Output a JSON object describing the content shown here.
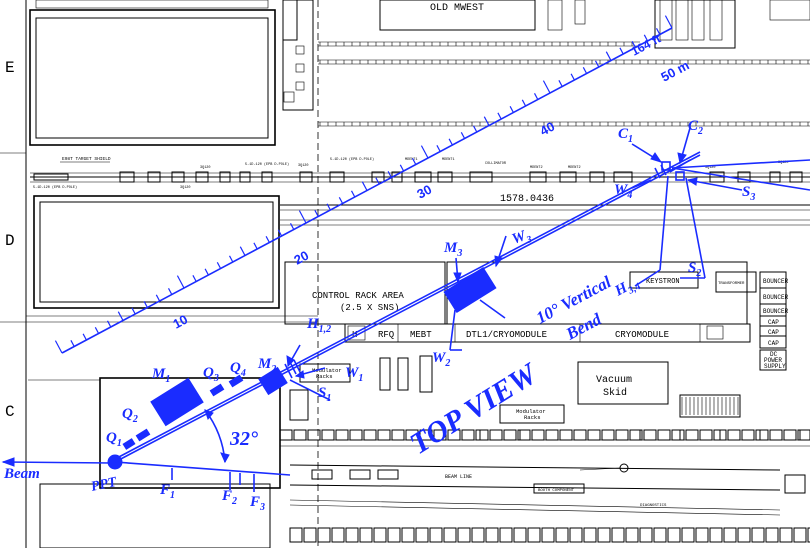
{
  "drawing": {
    "row_markers": [
      "E",
      "D",
      "C"
    ],
    "old_mwest": "OLD MWEST",
    "control_rack_area": "CONTROL RACK AREA",
    "control_rack_sub": "(2.5 X SNS)",
    "modules": [
      "H",
      "RFQ",
      "MEBT",
      "DTL1/CRYOMODULE",
      "CRYOMODULE"
    ],
    "coordinate": "1578.0436",
    "klystron": "KEYSTRON",
    "transformer": "TRANSFORMER",
    "bouncer_labels": [
      "BOUNCER",
      "BOUNCER",
      "BOUNCER",
      "CAP",
      "CAP",
      "CAP"
    ],
    "dc_power": [
      "DC",
      "POWER",
      "SUPPLY"
    ],
    "vacuum_skid": [
      "Vacuum",
      "Skid"
    ],
    "modulator_racks_1": [
      "Modulator",
      "Racks"
    ],
    "modulator_racks_2": [
      "Modulator",
      "Racks"
    ],
    "beam_line": "BEAM LINE",
    "booth_components": "BOOTH COMPONENT",
    "diagnostics": "DIAGNOSTICS",
    "target_shield": "E98T TARGET SHIELD",
    "collimator": "COLLIMATOR",
    "small_labels": [
      "3Q120",
      "3Q120",
      "3Q120",
      "3Q120",
      "5-1D-120 (EPB D-POLE)",
      "5-1D-120 (EPB D-POLE)",
      "5-1D-120 (EPB D-POLE)",
      "MDENT1",
      "MDENT1",
      "MDENT2",
      "MDENT2",
      "3Q120",
      "3Q120"
    ]
  },
  "annotations": {
    "ruler_marks": [
      "10",
      "20",
      "30",
      "40"
    ],
    "ruler_ft": "164 ft",
    "ruler_m": "50 m",
    "beam": "Beam",
    "ppt": "PPT",
    "angle": "32°",
    "top_view": "TOP VIEW",
    "vertical_bend": [
      "10° Vertical",
      "Bend"
    ],
    "magnets": {
      "M1": "M",
      "M2": "M",
      "M3": "M",
      "Q1": "Q",
      "Q2": "Q",
      "Q3": "Q",
      "Q4": "Q"
    },
    "subscripts": {
      "M1": "1",
      "M2": "2",
      "M3": "3",
      "Q1": "1",
      "Q2": "2",
      "Q3": "3",
      "Q4": "4"
    },
    "wires": {
      "W1": "W",
      "W2": "W",
      "W3": "W",
      "W4": "W"
    },
    "wire_subs": {
      "W1": "1",
      "W2": "2",
      "W3": "3",
      "W4": "4"
    },
    "h12": "H",
    "h12_sub": "1,2",
    "h34": "H",
    "h34_sub": "3,4",
    "s1": "S",
    "s1_sub": "1",
    "s2": "S",
    "s2_sub": "2",
    "s3": "S",
    "s3_sub": "3",
    "c1": "C",
    "c1_sub": "1",
    "c2": "C",
    "c2_sub": "2",
    "f1": "F",
    "f1_sub": "1",
    "f2": "F",
    "f2_sub": "2",
    "f3": "F",
    "f3_sub": "3"
  },
  "colors": {
    "annotation": "#1a2cff",
    "drawing": "#000000"
  }
}
